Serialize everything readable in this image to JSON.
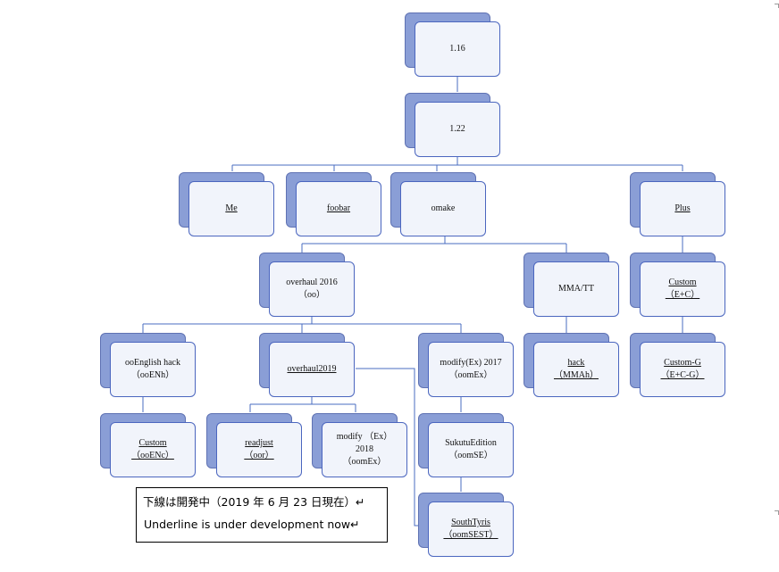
{
  "nodes": {
    "v116": {
      "lines": [
        "1.16"
      ]
    },
    "v122": {
      "lines": [
        "1.22"
      ]
    },
    "me": {
      "lines": [
        "Me"
      ]
    },
    "foobar": {
      "lines": [
        "foobar"
      ]
    },
    "omake": {
      "lines": [
        "omake"
      ]
    },
    "plus": {
      "lines": [
        "Plus"
      ]
    },
    "overhaul2016": {
      "lines": [
        "overhaul 2016",
        "（oo）"
      ]
    },
    "mmatt": {
      "lines": [
        "MMA/TT"
      ]
    },
    "custom_ec": {
      "lines": [
        "Custom",
        "（E+C）"
      ]
    },
    "ooenglish": {
      "lines": [
        "ooEnglish hack",
        "（ooENh）"
      ]
    },
    "overhaul2019": {
      "lines": [
        "overhaul2019"
      ]
    },
    "modify2017": {
      "lines": [
        "modify(Ex) 2017",
        "（oomEx）"
      ]
    },
    "hack_mma": {
      "lines": [
        "hack",
        "（MMAh）"
      ]
    },
    "custom_g": {
      "lines": [
        "Custom-G",
        "（E+C-G）"
      ]
    },
    "custom_oo": {
      "lines": [
        "Custom",
        "（ooENc）"
      ]
    },
    "readjust": {
      "lines": [
        "readjust",
        "（oor）"
      ]
    },
    "modify2018": {
      "lines": [
        "modify （Ex）",
        "2018",
        "（oomEx）"
      ]
    },
    "sukutu": {
      "lines": [
        "SukutuEdition",
        "（oomSE）"
      ]
    },
    "southtyris": {
      "lines": [
        "SouthTyris",
        "（oomSEST）"
      ]
    }
  },
  "note": {
    "line1": "下線は開発中（2019 年 6 月 23 日現在）↵",
    "line2": "Underline is under development now↵"
  }
}
